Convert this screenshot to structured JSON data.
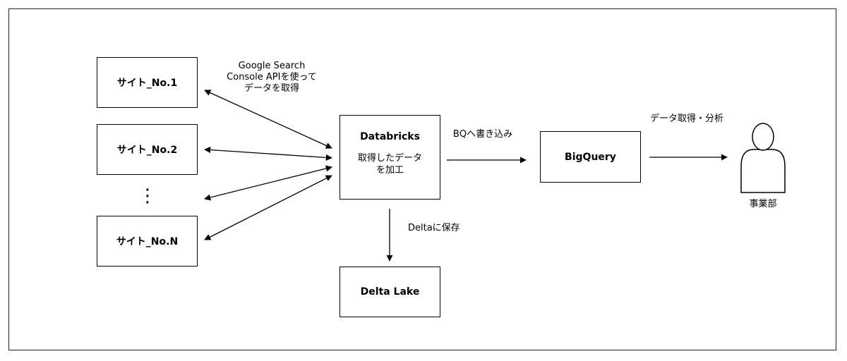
{
  "nodes": {
    "site1": "サイト_No.1",
    "site2": "サイト_No.2",
    "siteN": "サイト_No.N",
    "ellipsis": "⋮",
    "databricks_title": "Databricks",
    "databricks_desc_line1": "取得したデータ",
    "databricks_desc_line2": "を加工",
    "bigquery": "BigQuery",
    "deltalake": "Delta Lake",
    "person_label": "事業部"
  },
  "edges": {
    "api_line1": "Google Search",
    "api_line2": "Console APIを使って",
    "api_line3": "データを取得",
    "bq_write": "BQへ書き込み",
    "analysis": "データ取得・分析",
    "delta_save": "Deltaに保存"
  },
  "icons": {
    "person": "person-icon"
  }
}
